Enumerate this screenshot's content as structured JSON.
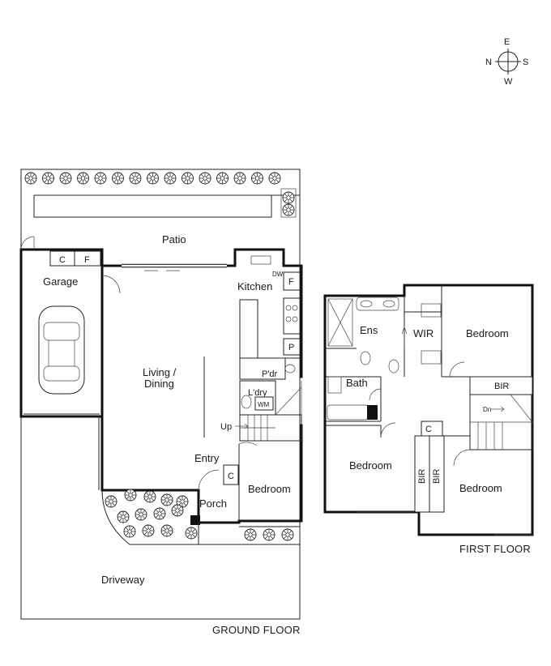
{
  "compass": {
    "n": "N",
    "e": "E",
    "s": "S",
    "w": "W"
  },
  "ground_floor": {
    "caption": "GROUND FLOOR",
    "rooms": {
      "patio": "Patio",
      "garage": "Garage",
      "kitchen": "Kitchen",
      "living_line1": "Living /",
      "living_line2": "Dining",
      "powder": "P'dr",
      "laundry": "L'dry",
      "entry": "Entry",
      "porch": "Porch",
      "bedroom": "Bedroom",
      "driveway": "Driveway"
    },
    "fixtures": {
      "c1": "C",
      "f1": "F",
      "dw": "DW",
      "f2": "F",
      "p": "P",
      "wm": "WM",
      "up": "Up",
      "c2": "C"
    }
  },
  "first_floor": {
    "caption": "FIRST FLOOR",
    "rooms": {
      "ensuite": "Ens",
      "wir": "WIR",
      "bedroom1": "Bedroom",
      "bath": "Bath",
      "bedroom2": "Bedroom",
      "bedroom3": "Bedroom"
    },
    "fixtures": {
      "bir1": "BIR",
      "bir2": "BIR",
      "bir3": "BIR",
      "c": "C",
      "dn": "Dn"
    }
  }
}
